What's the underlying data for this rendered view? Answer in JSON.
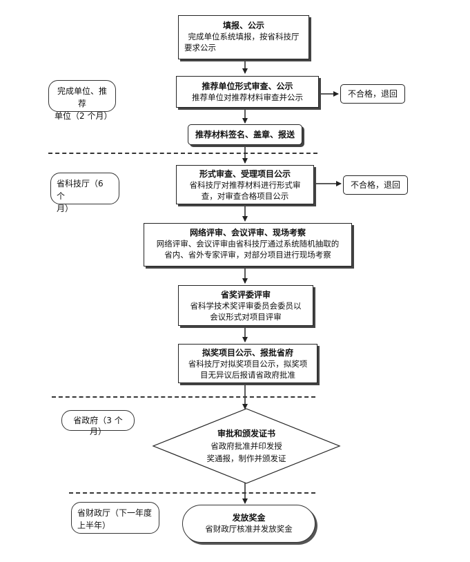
{
  "steps": {
    "s1": {
      "title": "填报、公示",
      "desc": [
        "完成单位系统填报，按省科技厅",
        "要求公示"
      ]
    },
    "s2": {
      "title": "推荐单位形式审查、公示",
      "desc": [
        "推荐单位对推荐材料审查并公示"
      ]
    },
    "s3": {
      "title": "推荐材料签名、盖章、报送"
    },
    "s4": {
      "title": "形式审查、受理项目公示",
      "desc": [
        "省科技厅对推荐材料进行形式审",
        "查，对审查合格项目公示"
      ]
    },
    "s5": {
      "title": "网络评审、会议评审、现场考察",
      "desc": [
        "网络评审、会议评审由省科技厅通过系统随机抽取的",
        "省内、省外专家评审，对部分项目进行现场考察"
      ]
    },
    "s6": {
      "title": "省奖评委评审",
      "desc": [
        "省科学技术奖评审委员会委员以",
        "会议形式对项目评审"
      ]
    },
    "s7": {
      "title": "拟奖项目公示、报批省府",
      "desc": [
        "省科技厅对拟奖项目公示，拟奖项",
        "目无异议后报请省政府批准"
      ]
    },
    "s8": {
      "title": "审批和颁发证书",
      "desc": [
        "省政府批准并印发授",
        "奖通报，制作并颁发证"
      ]
    },
    "s9": {
      "title": "发放奖金",
      "desc": [
        "省财政厅核准并发放奖金"
      ]
    }
  },
  "rejects": {
    "r1": "不合格，退回",
    "r2": "不合格，退回"
  },
  "stages": {
    "p1": [
      "完成单位、推荐",
      "单位（2 个月）"
    ],
    "p2": [
      "省科技厅（6 个",
      "月）"
    ],
    "p3": [
      "省政府（3 个月）"
    ],
    "p4": [
      "省财政厅（下一年度",
      "上半年）"
    ]
  }
}
